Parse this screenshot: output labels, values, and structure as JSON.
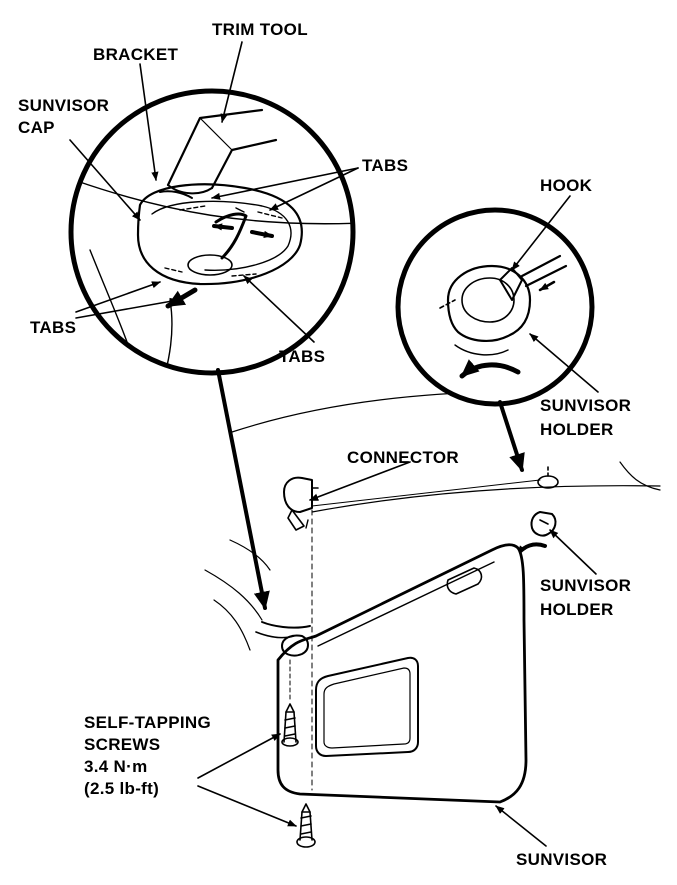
{
  "colors": {
    "ink": "#000000",
    "paper": "#ffffff",
    "arrow_fill": "#000000"
  },
  "labels": {
    "trim_tool": "TRIM TOOL",
    "bracket": "BRACKET",
    "sunvisor_cap_1": "SUNVISOR",
    "sunvisor_cap_2": "CAP",
    "tabs_top": "TABS",
    "tabs_left": "TABS",
    "tabs_bottom": "TABS",
    "hook": "HOOK",
    "sunvisor_holder_upper_1": "SUNVISOR",
    "sunvisor_holder_upper_2": "HOLDER",
    "connector": "CONNECTOR",
    "sunvisor_holder_lower_1": "SUNVISOR",
    "sunvisor_holder_lower_2": "HOLDER",
    "screws_1": "SELF-TAPPING",
    "screws_2": "SCREWS",
    "screws_3": "3.4 N·m",
    "screws_4": "(2.5 lb-ft)",
    "sunvisor": "SUNVISOR"
  }
}
